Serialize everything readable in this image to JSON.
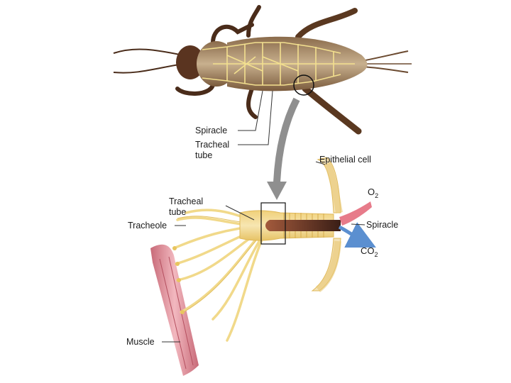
{
  "labels": {
    "spiracle_top": "Spiracle",
    "tracheal_tube_top_1": "Tracheal",
    "tracheal_tube_top_2": "tube",
    "epithelial_cell": "Epithelial cell",
    "tracheal_tube_bottom_1": "Tracheal",
    "tracheal_tube_bottom_2": "tube",
    "tracheole": "Tracheole",
    "o2_main": "O",
    "o2_sub": "2",
    "spiracle_bottom": "Spiracle",
    "co2_main": "CO",
    "co2_sub": "2",
    "muscle": "Muscle"
  },
  "colors": {
    "insect_body": "#b79b7a",
    "insect_dark": "#4a2c1a",
    "trachea_yellow": "#f1d98a",
    "trachea_outline": "#e0b95a",
    "muscle_pink": "#e59aa3",
    "o2_arrow": "#e77b8a",
    "co2_arrow": "#5b8fd0",
    "big_arrow": "#8f8f8f"
  }
}
